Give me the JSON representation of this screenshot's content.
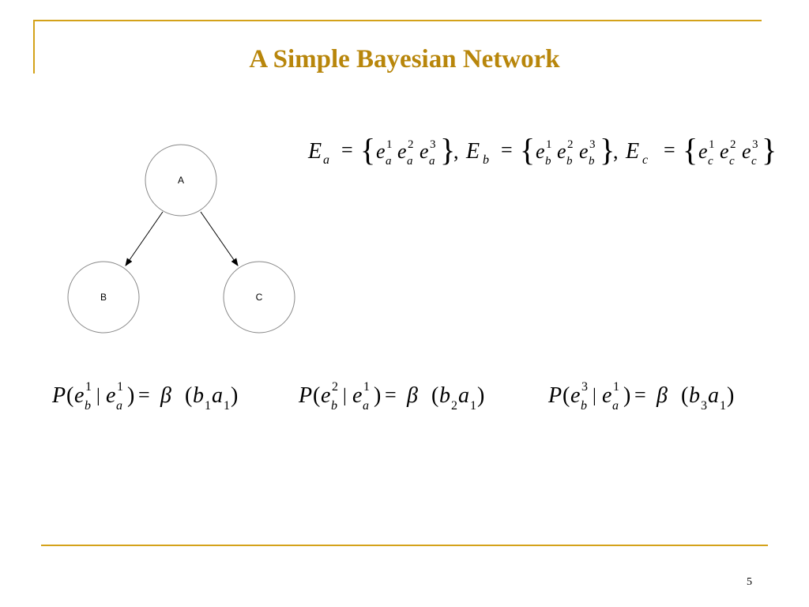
{
  "slide": {
    "title": "A Simple Bayesian Network",
    "page_number": "5"
  },
  "network": {
    "nodes": [
      {
        "id": "A",
        "label": "A"
      },
      {
        "id": "B",
        "label": "B"
      },
      {
        "id": "C",
        "label": "C"
      }
    ],
    "edges": [
      {
        "from": "A",
        "to": "B"
      },
      {
        "from": "A",
        "to": "C"
      }
    ]
  },
  "formulas": {
    "evidence_sets": {
      "a": {
        "lhs": "E",
        "sub": "a",
        "members": [
          "e",
          "e",
          "e"
        ],
        "member_subs": [
          "a",
          "a",
          "a"
        ],
        "member_sups": [
          "1",
          "2",
          "3"
        ]
      },
      "b": {
        "lhs": "E",
        "sub": "b",
        "members": [
          "e",
          "e",
          "e"
        ],
        "member_subs": [
          "b",
          "b",
          "b"
        ],
        "member_sups": [
          "1",
          "2",
          "3"
        ]
      },
      "c": {
        "lhs": "E",
        "sub": "c",
        "members": [
          "e",
          "e",
          "e"
        ],
        "member_subs": [
          "c",
          "c",
          "c"
        ],
        "member_sups": [
          "1",
          "2",
          "3"
        ]
      }
    },
    "probabilities": [
      {
        "b_sup": "1",
        "a_sup": "1",
        "b_idx": "1",
        "a_idx": "1"
      },
      {
        "b_sup": "2",
        "a_sup": "1",
        "b_idx": "2",
        "a_idx": "1"
      },
      {
        "b_sup": "3",
        "a_sup": "1",
        "b_idx": "3",
        "a_idx": "1"
      }
    ]
  },
  "colors": {
    "accent": "#d4a21a",
    "title": "#b8860b"
  }
}
